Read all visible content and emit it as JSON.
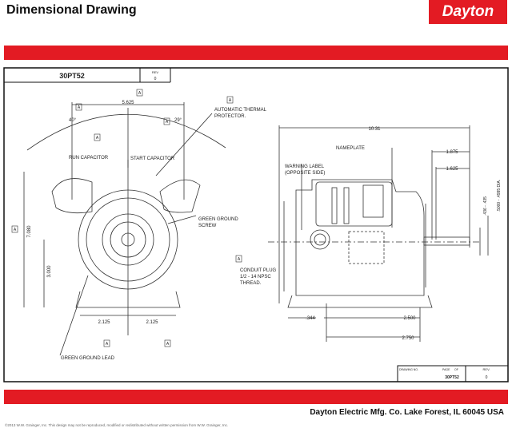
{
  "header": {
    "title": "Dimensional Drawing",
    "logo": "Dayton",
    "brand_color": "#e31b23"
  },
  "drawing": {
    "model": "30PT52",
    "rev_label": "REV",
    "rev": "0",
    "callout_letter": "A",
    "labels": {
      "width_top": "5.625",
      "angle_left": "40°",
      "angle_right": "29°",
      "thermal_1": "AUTOMATIC THERMAL",
      "thermal_2": "PROTECTOR.",
      "run_cap": "RUN CAPACITOR",
      "start_cap": "START CAPACITOR",
      "ground_screw_1": "GREEN GROUND",
      "ground_screw_2": "SCREW",
      "height": "7.080",
      "shaft_height": "3.000",
      "conduit_1": "CONDUIT PLUG",
      "conduit_2": "1/2 - 14 NPSC",
      "conduit_3": "THREAD.",
      "foot_left": "2.125",
      "foot_right": "2.125",
      "ground_lead": "GREEN GROUND LEAD",
      "length": "10.31",
      "nameplate": "NAMEPLATE",
      "warning_1": "WARNING LABEL",
      "warning_2": "(OPPOSITE SIDE)",
      "shaft_1": "1.875",
      "shaft_2": "1.625",
      "flat": ".436 - .435",
      "dia": ".5000 - .4995 DIA.",
      "foot_offset": ".344",
      "foot_span": "2.500",
      "foot_total": "2.750"
    },
    "title_block": {
      "drawing_no_label": "DRAWING NO.",
      "page_label": "PAGE",
      "of_label": "OF",
      "drawing_no": "30PT52",
      "rev_label": "REV.",
      "rev": "0"
    }
  },
  "footer": {
    "company": "Dayton Electric Mfg. Co.  Lake Forest, IL  60045  USA",
    "copyright": "©2013 W.W. Grainger, Inc.  This design may not be reproduced, modified or redistributed without written permission from W.W. Grainger, Inc."
  }
}
